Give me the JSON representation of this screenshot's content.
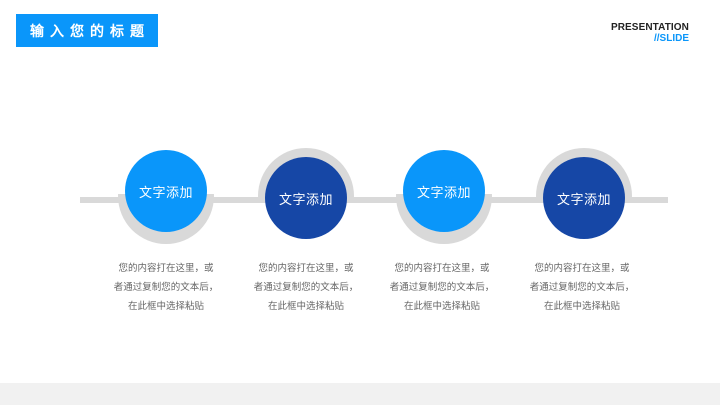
{
  "header": {
    "title": "输入您的标题",
    "brand_line1": "PRESENTATION",
    "brand_line2": "//SLIDE"
  },
  "colors": {
    "accent_light": "#0a96fa",
    "accent_dark": "#1647a6",
    "line_gray": "#d9d9d9",
    "text_gray": "#666666",
    "footer_gray": "#f1f1f1"
  },
  "timeline": {
    "nodes": [
      {
        "label": "文字添加",
        "style": "light",
        "desc_line1": "您的内容打在这里，或",
        "desc_line2": "者通过复制您的文本后，",
        "desc_line3": "在此框中选择粘贴"
      },
      {
        "label": "文字添加",
        "style": "dark",
        "desc_line1": "您的内容打在这里，或",
        "desc_line2": "者通过复制您的文本后，",
        "desc_line3": "在此框中选择粘贴"
      },
      {
        "label": "文字添加",
        "style": "light",
        "desc_line1": "您的内容打在这里，或",
        "desc_line2": "者通过复制您的文本后，",
        "desc_line3": "在此框中选择粘贴"
      },
      {
        "label": "文字添加",
        "style": "dark",
        "desc_line1": "您的内容打在这里，或",
        "desc_line2": "者通过复制您的文本后，",
        "desc_line3": "在此框中选择粘贴"
      }
    ]
  }
}
